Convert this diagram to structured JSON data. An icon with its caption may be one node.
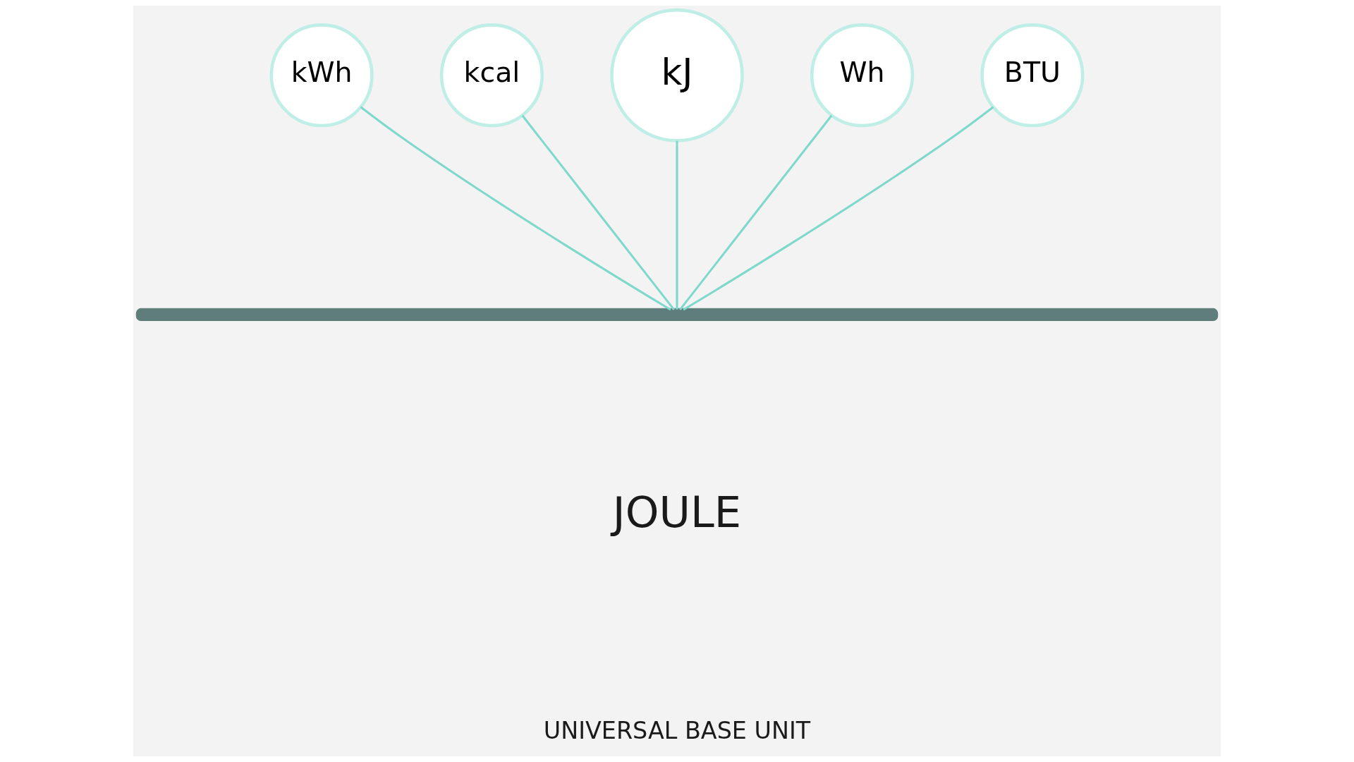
{
  "diagram": {
    "nodes": [
      {
        "text": [
          "kWh"
        ]
      },
      {
        "text": [
          "kcal"
        ]
      },
      {
        "text": [
          "kJ"
        ]
      },
      {
        "text": [
          "Wh"
        ]
      },
      {
        "text": [
          "BTU"
        ]
      },
      {
        "text": [],
        "shape": "bar"
      }
    ],
    "edges": [
      {
        "from": 0,
        "to": 5,
        "arrow": "none"
      },
      {
        "from": 1,
        "to": 5,
        "arrow": "none"
      },
      {
        "from": 2,
        "to": 5,
        "arrow": "none"
      },
      {
        "from": 3,
        "to": 5,
        "arrow": "none"
      },
      {
        "from": 4,
        "to": 5,
        "arrow": "none"
      }
    ],
    "labels": [
      "JOULE",
      "UNIVERSAL BASE UNIT"
    ]
  }
}
